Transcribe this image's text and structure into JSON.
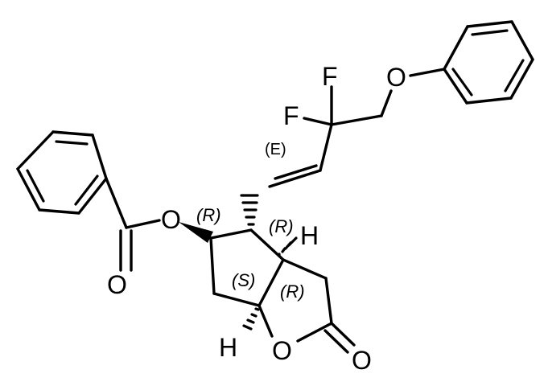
{
  "molecule": {
    "atoms": {
      "O_ester": "O",
      "O_carbonyl": "O",
      "F_top": "F",
      "F_left": "F",
      "O_ether": "O",
      "O_lactone": "O",
      "O_lactone_carbonyl": "O",
      "H_right": "H",
      "H_bottom": "H"
    },
    "stereo_labels": {
      "c_oester": "(R)",
      "c_vinyl": "(R)",
      "c_ring_s": "(S)",
      "c_ring_r": "(R)"
    },
    "alkene_label": "(E)"
  },
  "colors": {
    "ink": "#000000",
    "background": "#ffffff"
  }
}
